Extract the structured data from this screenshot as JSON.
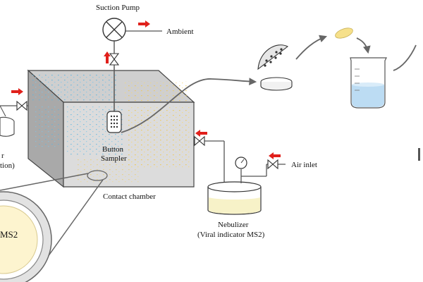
{
  "labels": {
    "suction_pump": "Suction Pump",
    "ambient": "Ambient",
    "button_line1": "Button",
    "button_line2": "Sampler",
    "contact_chamber": "Contact chamber",
    "air_inlet": "Air inlet",
    "nebulizer": "Nebulizer",
    "nebulizer_sub": "(Viral indicator MS2)",
    "left_partial_1": "r",
    "left_partial_2": "tion)",
    "inset_text": "MS2"
  },
  "colors": {
    "arrow": "#e0201b",
    "chamber_front": "#dcdcdc",
    "chamber_top": "#cfcfcf",
    "chamber_side": "#a9a9a9",
    "particles_blue": "#5ab4e0",
    "particles_yellow": "#f0c64a",
    "liquid": "#cfe6f6",
    "nebulizer_liquid": "#f7f2c8",
    "line": "#555555"
  },
  "icons": [
    "valve-icon",
    "pump-icon",
    "pressure-gauge-icon",
    "flow-arrow-icon",
    "petri-dish-icon",
    "filter-icon",
    "beaker-icon"
  ]
}
